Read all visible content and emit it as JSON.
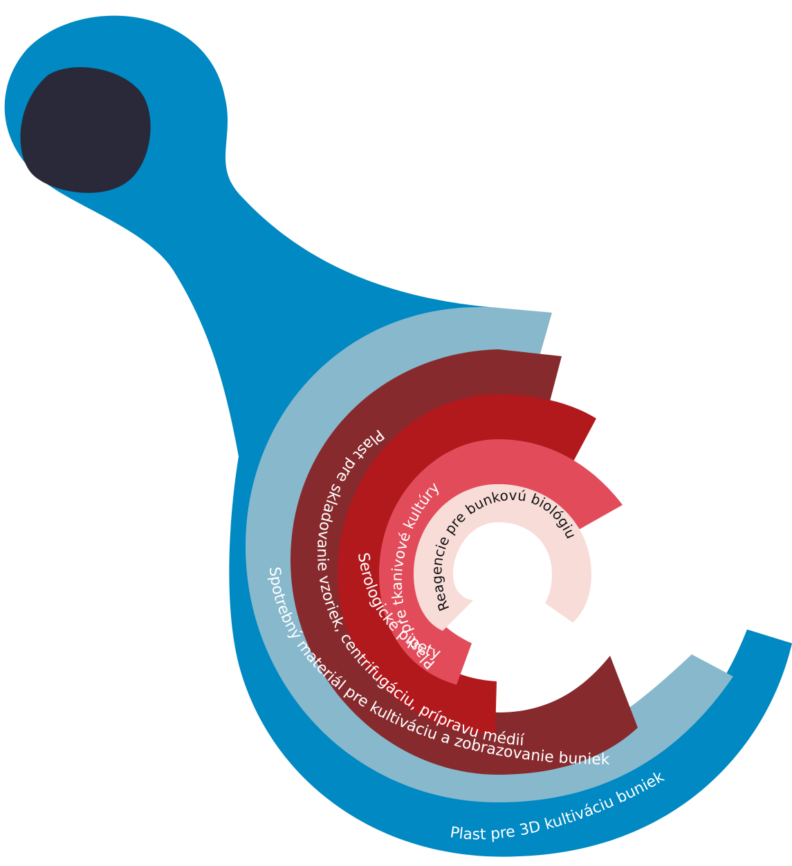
{
  "rings": [
    {
      "id": "plast-3d",
      "label": "Plast pre 3D kultiváciu buniek",
      "color": "#0089c2",
      "text_color": "#ffffff"
    },
    {
      "id": "spotrebny",
      "label": "Spotrebný materiál pre kultiváciu a zobrazovanie buniek",
      "color": "#88b8cc",
      "text_color": "#ffffff"
    },
    {
      "id": "sklad",
      "label": "Plast pre skladovanie vzoriek, centrifugáciu, prípravu médií",
      "color": "#872a2d",
      "text_color": "#ffffff"
    },
    {
      "id": "pipety",
      "label": "Serologické pipety",
      "color": "#b1191d",
      "text_color": "#ffffff"
    },
    {
      "id": "tkanivove",
      "label": "Plast pre tkanivové kultúry",
      "color": "#e24c5a",
      "text_color": "#ffffff"
    },
    {
      "id": "reagencie",
      "label": "Reagencie pre bunkovú biológiu",
      "color": "#f8dcd8",
      "text_color": "#111111"
    }
  ],
  "head": {
    "color": "#0089c2",
    "eye_color": "#29293a"
  }
}
